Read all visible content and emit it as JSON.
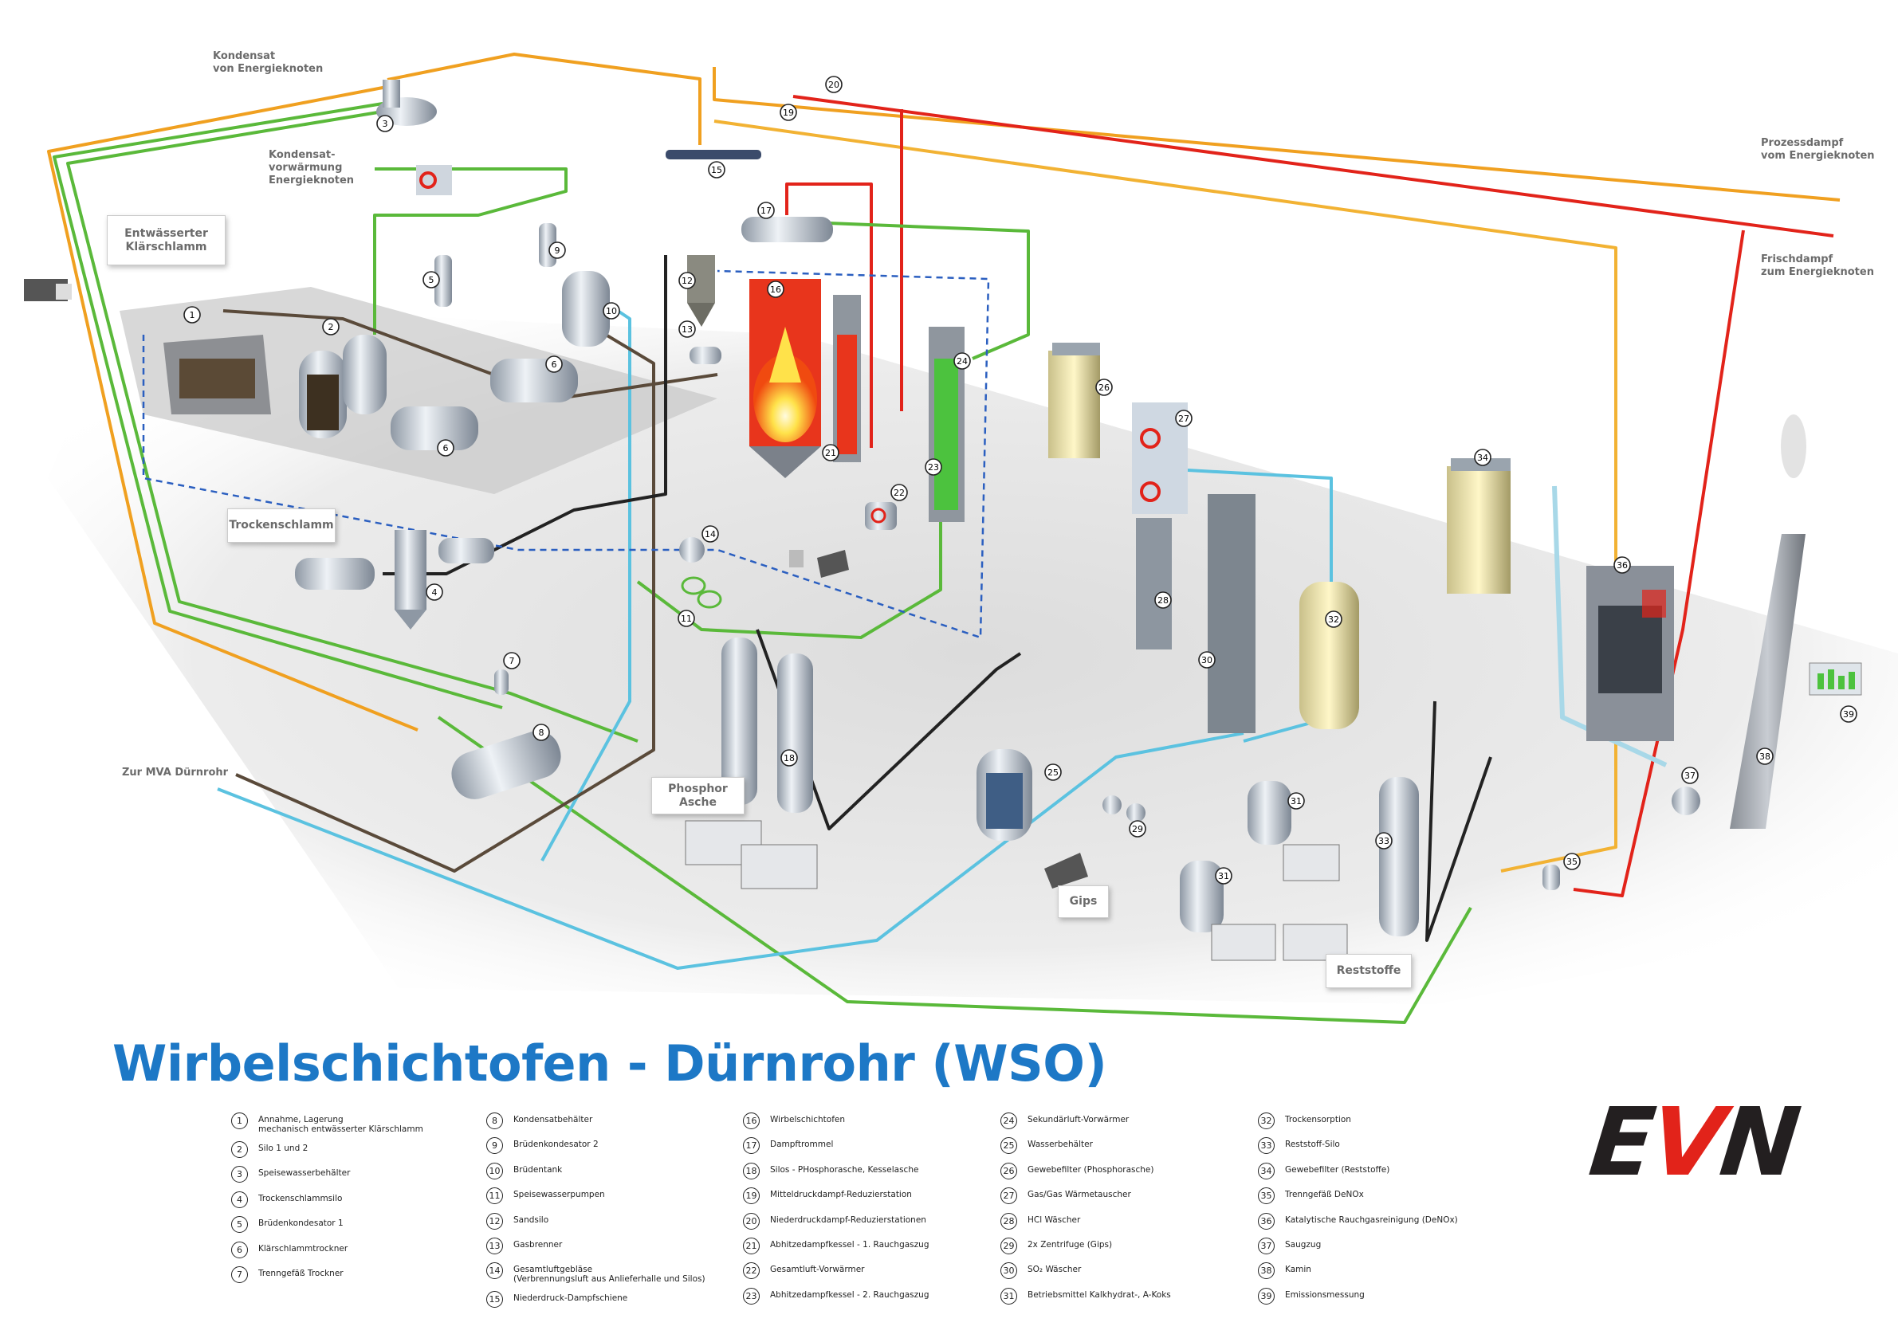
{
  "title": "Wirbelschichtofen - Dürnrohr (WSO)",
  "diagram_labels": {
    "kondensat_von": "Kondensat\nvon Energieknoten",
    "kondensat_vorwaermung": "Kondensat-\nvorwärmung\nEnergieknoten",
    "entwaesserter": "Entwässerter\nKlärschlamm",
    "trockenschlamm": "Trockenschlamm",
    "zur_mva": "Zur MVA Dürnrohr",
    "phosphor_asche": "Phosphor\nAsche",
    "gips": "Gips",
    "reststoffe": "Reststoffe",
    "prozessdampf": "Prozessdampf\nvom Energieknoten",
    "frischdampf": "Frischdampf\nzum Energieknoten"
  },
  "legend": [
    {
      "num": "1",
      "text": "Annahme, Lagerung\nmechanisch entwässerter Klärschlamm"
    },
    {
      "num": "2",
      "text": "Silo 1 und 2"
    },
    {
      "num": "3",
      "text": "Speisewasserbehälter"
    },
    {
      "num": "4",
      "text": "Trockenschlammsilo"
    },
    {
      "num": "5",
      "text": "Brüdenkondesator 1"
    },
    {
      "num": "6",
      "text": "Klärschlammtrockner"
    },
    {
      "num": "7",
      "text": "Trenngefäß Trockner"
    },
    {
      "num": "8",
      "text": "Kondensatbehälter"
    },
    {
      "num": "9",
      "text": "Brüdenkondesator 2"
    },
    {
      "num": "10",
      "text": "Brüdentank"
    },
    {
      "num": "11",
      "text": "Speisewasserpumpen"
    },
    {
      "num": "12",
      "text": "Sandsilo"
    },
    {
      "num": "13",
      "text": "Gasbrenner"
    },
    {
      "num": "14",
      "text": "Gesamtluftgebläse\n(Verbrennungsluft aus Anlieferhalle und Silos)"
    },
    {
      "num": "15",
      "text": "Niederdruck-Dampfschiene"
    },
    {
      "num": "16",
      "text": "Wirbelschichtofen"
    },
    {
      "num": "17",
      "text": "Dampftrommel"
    },
    {
      "num": "18",
      "text": "Silos - PHosphorasche, Kesselasche"
    },
    {
      "num": "19",
      "text": "Mitteldruckdampf-Reduzierstation"
    },
    {
      "num": "20",
      "text": "Niederdruckdampf-Reduzierstationen"
    },
    {
      "num": "21",
      "text": "Abhitzedampfkessel - 1. Rauchgaszug"
    },
    {
      "num": "22",
      "text": "Gesamtluft-Vorwärmer"
    },
    {
      "num": "23",
      "text": "Abhitzedampfkessel - 2. Rauchgaszug"
    },
    {
      "num": "24",
      "text": "Sekundärluft-Vorwärmer"
    },
    {
      "num": "25",
      "text": "Wasserbehälter"
    },
    {
      "num": "26",
      "text": "Gewebefilter (Phosphorasche)"
    },
    {
      "num": "27",
      "text": "Gas/Gas Wärmetauscher"
    },
    {
      "num": "28",
      "text": "HCl Wäscher"
    },
    {
      "num": "29",
      "text": "2x Zentrifuge (Gips)"
    },
    {
      "num": "30",
      "text": "SO₂ Wäscher"
    },
    {
      "num": "31",
      "text": "Betriebsmittel Kalkhydrat-, A-Koks"
    },
    {
      "num": "32",
      "text": "Trockensorption"
    },
    {
      "num": "33",
      "text": "Reststoff-Silo"
    },
    {
      "num": "34",
      "text": "Gewebefilter (Reststoffe)"
    },
    {
      "num": "35",
      "text": "Trenngefäß DeNOx"
    },
    {
      "num": "36",
      "text": "Katalytische Rauchgasreinigung (DeNOx)"
    },
    {
      "num": "37",
      "text": "Saugzug"
    },
    {
      "num": "38",
      "text": "Kamin"
    },
    {
      "num": "39",
      "text": "Emissionsmessung"
    }
  ],
  "logo": {
    "e": "E",
    "v": "V",
    "n": "N"
  },
  "colors": {
    "title": "#1d78c6",
    "orange": "#f0a020",
    "green": "#5ab93a",
    "red": "#e2231a",
    "lightblue": "#5bc2e0",
    "brown": "#5a4a3a",
    "dashed_blue": "#2b5fc0",
    "logo_red": "#e2231a",
    "logo_black": "#231f20"
  }
}
